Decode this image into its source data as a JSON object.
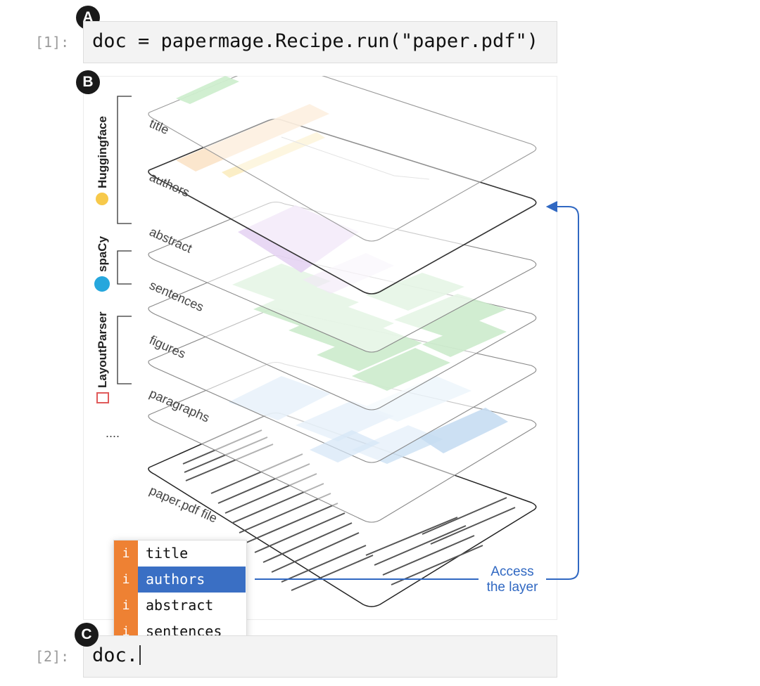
{
  "badges": {
    "a": "A",
    "b": "B",
    "c": "C"
  },
  "cell1": {
    "prompt": "[1]:",
    "code": "doc = papermage.Recipe.run(\"paper.pdf\")"
  },
  "cell2": {
    "prompt": "[2]:",
    "code": "doc."
  },
  "libraries": [
    {
      "name": "Huggingface",
      "icon": "hugging-face-emoji-icon"
    },
    {
      "name": "spaCy",
      "icon": "spacy-logo-icon"
    },
    {
      "name": "LayoutParser",
      "icon": "layoutparser-logo-icon"
    }
  ],
  "ellipsis": "....",
  "layers": [
    "title",
    "authors",
    "abstract",
    "sentences",
    "figures",
    "paragraphs",
    "paper.pdf file"
  ],
  "autocomplete": {
    "items": [
      {
        "badge": "i",
        "label": "title",
        "selected": false
      },
      {
        "badge": "i",
        "label": "authors",
        "selected": true
      },
      {
        "badge": "i",
        "label": "abstract",
        "selected": false
      },
      {
        "badge": "i",
        "label": "sentences",
        "selected": false
      }
    ]
  },
  "annotation": {
    "line1": "Access",
    "line2": "the layer"
  },
  "colors": {
    "title_layer": "#cfeecf",
    "authors_layer": "#fbe3c8",
    "abstract_layer": "#e6d4f3",
    "sentences_layer": "#cdeccd",
    "paragraphs_layer": "#cfe3f5",
    "autocomplete_badge": "#ee8133",
    "selection": "#3a6fc4",
    "arrow": "#3068c2"
  }
}
